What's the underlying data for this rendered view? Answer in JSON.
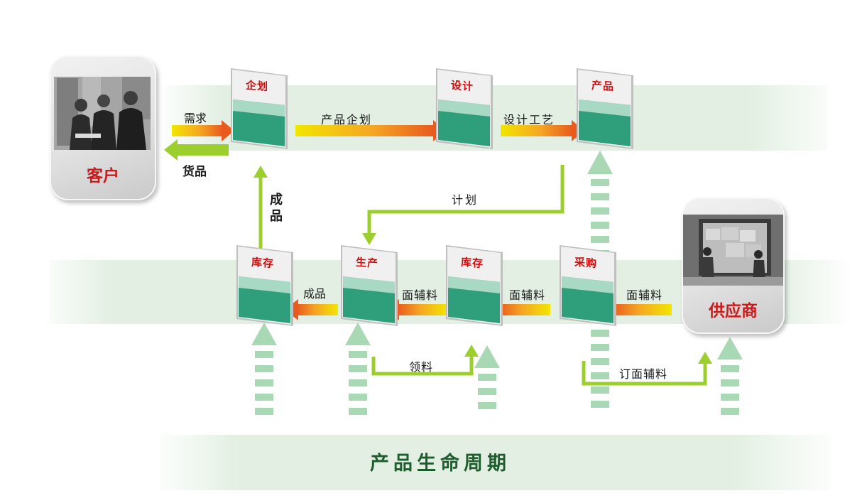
{
  "title": "产品生命周期",
  "entities": {
    "customer": {
      "label": "客户"
    },
    "supplier": {
      "label": "供应商"
    }
  },
  "stages": {
    "planning": "企划",
    "design": "设计",
    "product": "产品",
    "inventory_finished": "库存",
    "production": "生产",
    "inventory_material": "库存",
    "purchasing": "采购"
  },
  "flows": {
    "demand": "需求",
    "goods": "货品",
    "product_planning": "产品企划",
    "design_process": "设计工艺",
    "plan": "计划",
    "finished_goods_v": "成品",
    "finished_goods": "成品",
    "fabric_accessories_1": "面辅料",
    "fabric_accessories_2": "面辅料",
    "fabric_accessories_3": "面辅料",
    "material_requisition": "领料",
    "order_fabric_accessories": "订面辅料"
  },
  "colors": {
    "card_top": "#f0f0f0",
    "card_green": "#2f9e7a",
    "label_red": "#d10f0f",
    "arrow_start": "#f2e600",
    "arrow_end": "#e85a1e",
    "line_green": "#9ccf2d",
    "dashed_arrow": "#a9d9b4",
    "band": "#e2efe2",
    "title": "#1e5e2e"
  }
}
